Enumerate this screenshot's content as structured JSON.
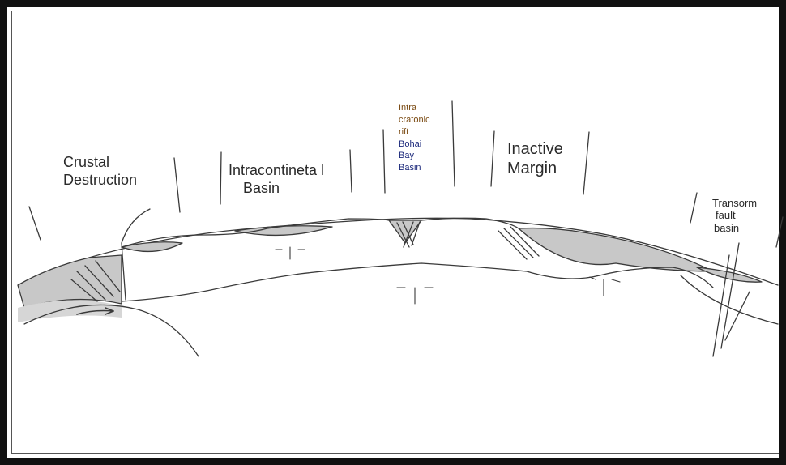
{
  "labels": {
    "crustal_destruction": [
      "Crustal",
      "Destruction"
    ],
    "intracontinental_basin": [
      "Intracontineta l",
      "Basin"
    ],
    "intracratonic_rift": [
      "Intra",
      "cratonic",
      "rift",
      "Bohai",
      "Bay",
      "Basin"
    ],
    "inactive_margin": [
      "Inactive",
      "Margin"
    ],
    "transform_fault_basin": [
      "Transorm",
      "fault",
      "basin"
    ]
  },
  "colors": {
    "frame": "#111111",
    "line": "#3a3a3a",
    "sediment_fill": "#c8c8c8",
    "label_brown": "#7a4a12",
    "label_blue": "#1d2a7c"
  }
}
